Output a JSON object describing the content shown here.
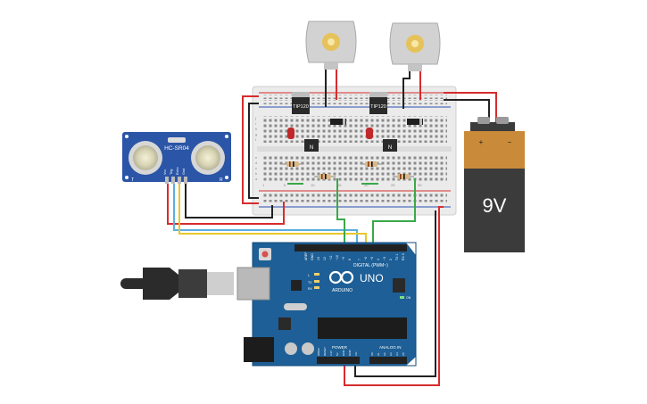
{
  "sensor": {
    "model": "HC-SR04",
    "side_left": "T",
    "side_right": "R",
    "pins": [
      "Vcc",
      "Trig",
      "Echo",
      "Gnd"
    ]
  },
  "transistors": {
    "left": "TIP120",
    "right": "TIP120",
    "npn_mark": "N"
  },
  "battery": {
    "label": "9V",
    "plus": "+",
    "minus": "−"
  },
  "arduino": {
    "logo_text": "ARDUINO",
    "model": "UNO",
    "digital_label": "DIGITAL (PWM~)",
    "power_label": "POWER",
    "analog_label": "ANALOG IN",
    "led_labels": [
      "L",
      "TX",
      "RX"
    ],
    "on_label": "ON",
    "digital_pins": [
      "AREF",
      "GND",
      "13",
      "12",
      "~11",
      "~10",
      "~9",
      "8",
      "7",
      "~6",
      "~5",
      "4",
      "~3",
      "2",
      "TX 1",
      "RX 0"
    ],
    "power_pins": [
      "IOREF",
      "RESET",
      "3.3V",
      "5V",
      "GND",
      "GND",
      "Vin"
    ],
    "analog_pins": [
      "A0",
      "A1",
      "A2",
      "A3",
      "A4",
      "A5"
    ]
  },
  "breadboard": {
    "row_letters_top": [
      "j",
      "i",
      "h",
      "g",
      "f"
    ],
    "row_letters_bottom": [
      "e",
      "d",
      "c",
      "b",
      "a"
    ],
    "column_numbers": [
      "1",
      "5",
      "10",
      "15",
      "20",
      "25",
      "30"
    ]
  },
  "colors": {
    "arduino_blue": "#1d5f96",
    "breadboard": "#e9e9e9",
    "battery_orange": "#c98a3a",
    "battery_dark": "#3b3b3b",
    "wire_red": "#d62c2c",
    "wire_black": "#222222",
    "wire_green": "#3aa84a",
    "wire_yellow": "#e8c72a",
    "wire_blue": "#5aaee0",
    "sensor_blue": "#2b55a6"
  }
}
